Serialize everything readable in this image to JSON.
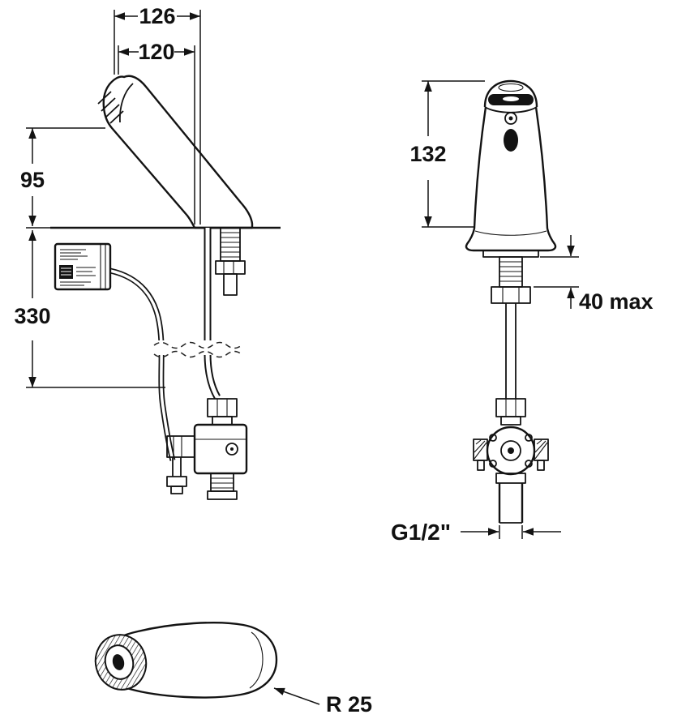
{
  "dimensions": {
    "overall_reach": "126",
    "reach": "120",
    "outlet_height": "95",
    "below_deck": "330",
    "body_height": "132",
    "deck_thickness_max": "40 max",
    "thread_size": "G1/2\"",
    "spout_radius": "R 25"
  },
  "colors": {
    "ink": "#131313",
    "background": "#ffffff"
  }
}
